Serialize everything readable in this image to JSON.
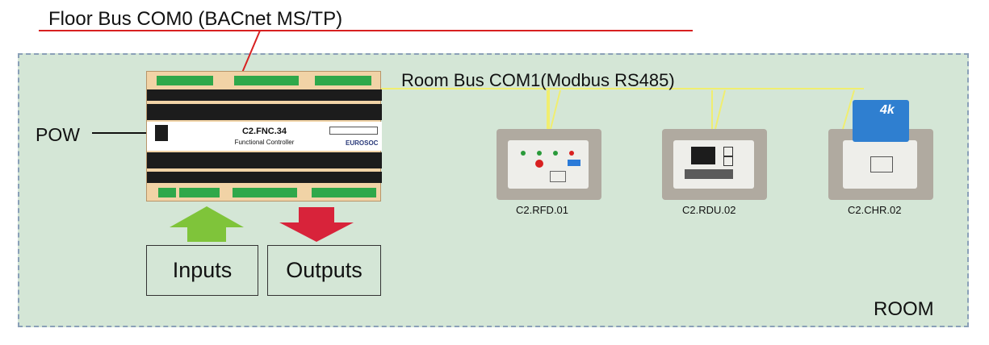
{
  "floor_bus": {
    "label": "Floor Bus COM0 (BACnet MS/TP)",
    "color": "#d82020"
  },
  "room_bus": {
    "label": "Room Bus COM1(Modbus RS485)",
    "color": "#f0ee70"
  },
  "room": {
    "label": "ROOM",
    "fill": "#d4e6d6",
    "border": "#8aa0b8"
  },
  "power": {
    "label": "POW"
  },
  "controller": {
    "model": "C2.FNC.34",
    "subtitle": "Functional Controller",
    "brand": "EUROSOC",
    "body_color": "#f1d3a6",
    "terminal_color": "#2fa84a"
  },
  "io": {
    "inputs_label": "Inputs",
    "outputs_label": "Outputs",
    "input_arrow_color": "#7fc43a",
    "output_arrow_color": "#d8233a"
  },
  "devices": [
    {
      "id": "rfd",
      "label": "C2.RFD.01",
      "icon": "rfid-status-panel-icon"
    },
    {
      "id": "rdu",
      "label": "C2.RDU.02",
      "icon": "room-display-unit-icon"
    },
    {
      "id": "chr",
      "label": "C2.CHR.02",
      "icon": "card-holder-icon",
      "card_text": "4k"
    }
  ]
}
